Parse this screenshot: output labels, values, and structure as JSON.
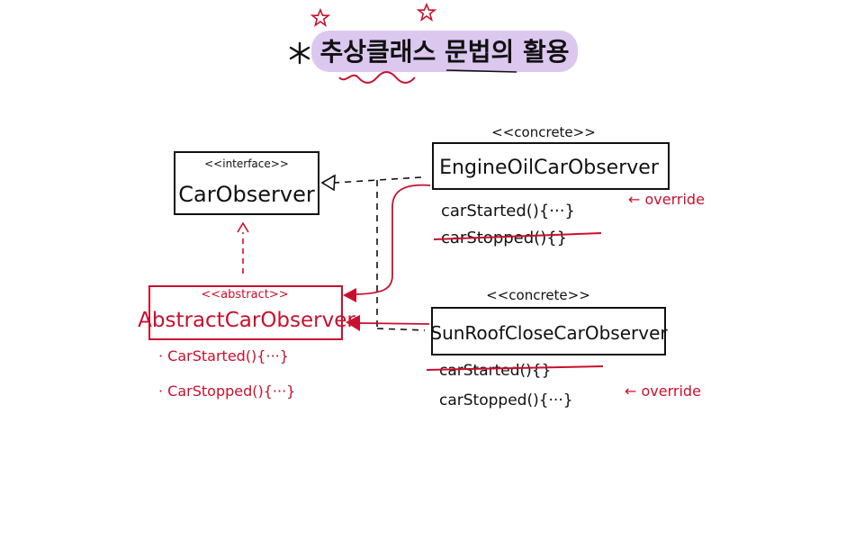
{
  "title": "추상클래스 문법의 활용",
  "colors": {
    "ink": "#111111",
    "red": "#c8102e",
    "highlight": "#dcc8ef"
  },
  "interface_box": {
    "stereotype": "<<interface>>",
    "name": "CarObserver"
  },
  "abstract_box": {
    "stereotype": "<<abstract>>",
    "name": "AbstractCarObserver",
    "methods": [
      "· CarStarted(){···}",
      "· CarStopped(){···}"
    ]
  },
  "engine_box": {
    "stereotype": "<<concrete>>",
    "name": "EngineOilCarObserver",
    "methods": [
      "carStarted(){···}",
      "carStopped(){}"
    ],
    "override_label": "← override"
  },
  "sunroof_box": {
    "stereotype": "<<concrete>>",
    "name": "SunRoofCloseCarObserver",
    "methods": [
      "carStarted(){}",
      "carStopped(){···}"
    ],
    "override_label": "← override"
  }
}
